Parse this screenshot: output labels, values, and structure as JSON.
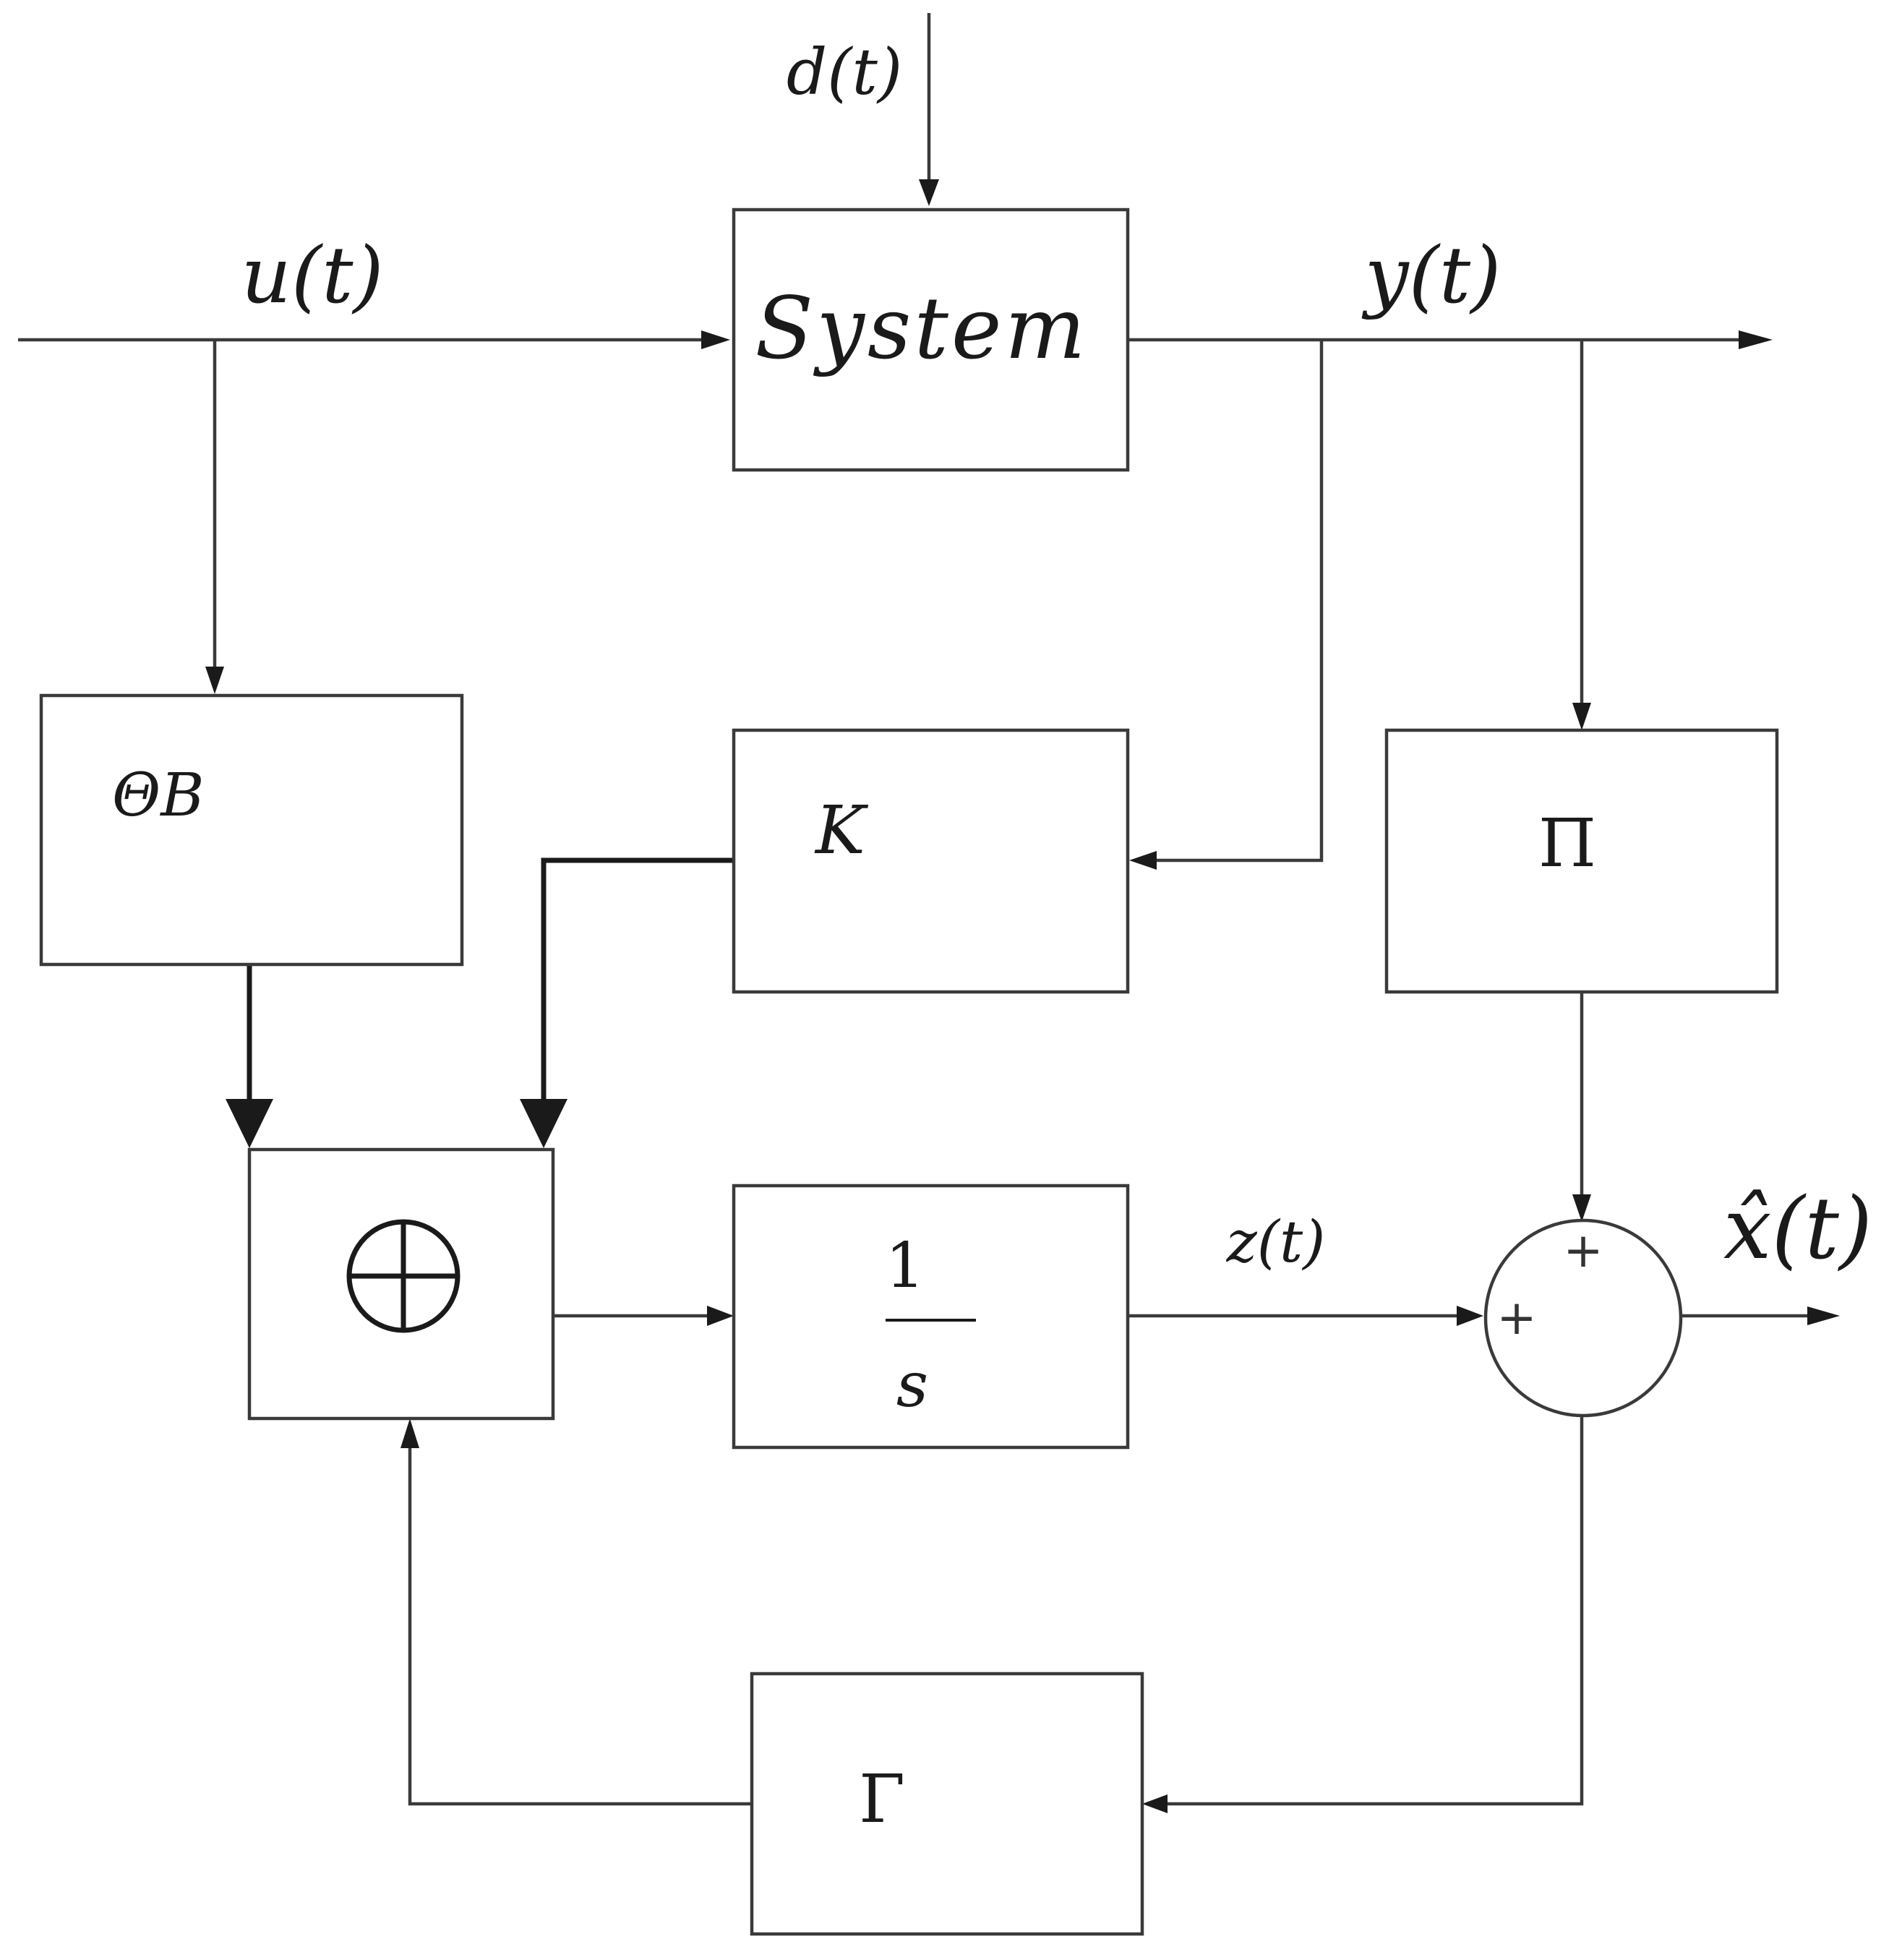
{
  "signals": {
    "disturbance": "d(t)",
    "input": "u(t)",
    "output": "y(t)",
    "integrator_output": "z(t)",
    "estimate": "x̂(t)"
  },
  "blocks": {
    "system": "System",
    "theta_b": "ΘB",
    "k": "K",
    "pi": "Π",
    "sum_symbol": "⊕",
    "integrator_numerator": "1",
    "integrator_denominator": "s",
    "gamma": "Γ"
  },
  "summing_junction": {
    "sign_top": "+",
    "sign_left": "+"
  },
  "colors": {
    "line": "#3a3a3a",
    "text": "#1a1a1a",
    "background": "#ffffff"
  }
}
